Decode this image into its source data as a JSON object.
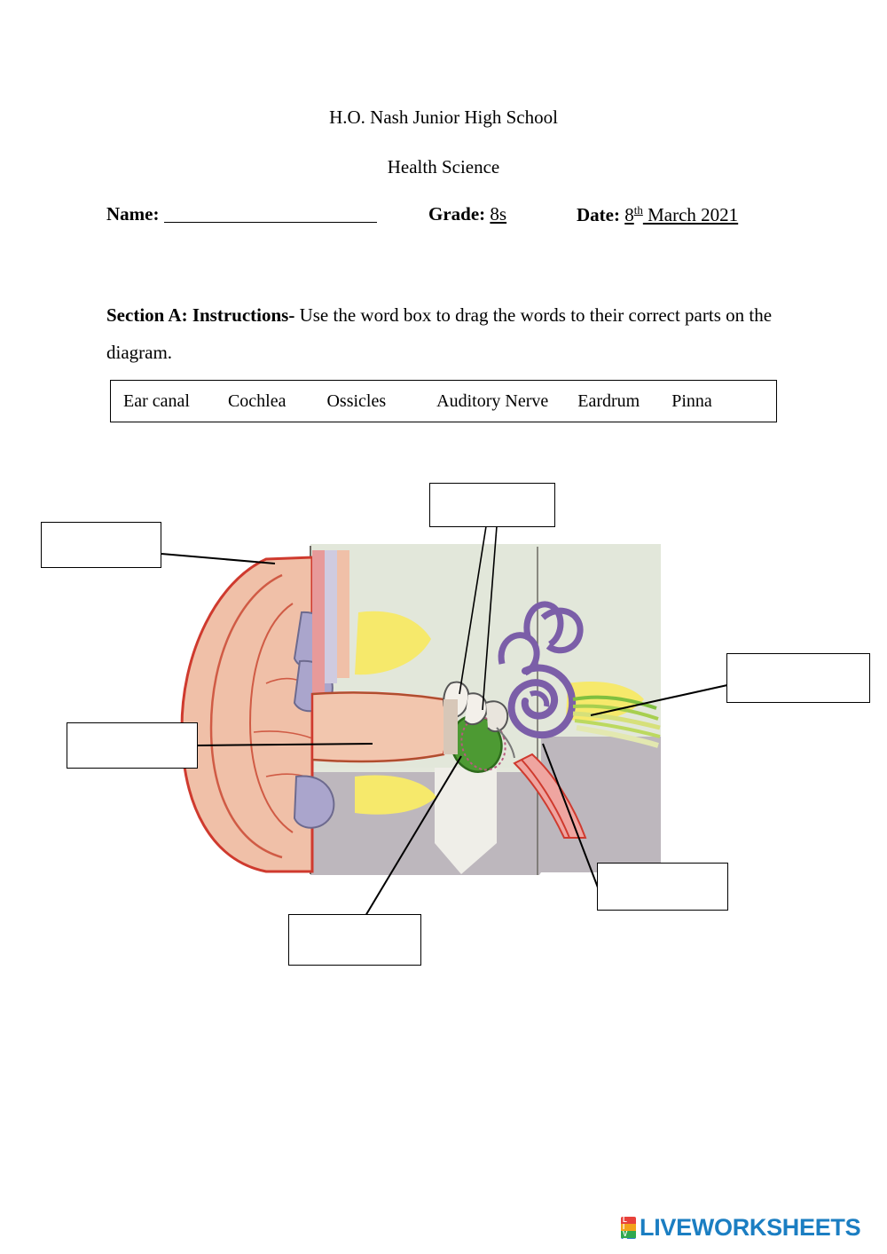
{
  "header": {
    "school": "H.O. Nash Junior High School",
    "subject": "Health Science"
  },
  "info": {
    "name_label": "Name:",
    "name_value": "",
    "grade_label": "Grade:",
    "grade_value": "8s",
    "date_label": "Date:",
    "date_day": "8",
    "date_suffix": "th",
    "date_rest": " March 2021"
  },
  "instructions": {
    "title": "Section A: Instructions-",
    "text": " Use the word box to drag the words to their correct parts on the diagram."
  },
  "word_box": {
    "words": [
      "Ear canal",
      "Cochlea",
      "Ossicles",
      "Auditory Nerve",
      "Eardrum",
      "Pinna"
    ]
  },
  "answer_boxes": [
    {
      "name": "answer-box-pinna",
      "value": ""
    },
    {
      "name": "answer-box-ossicles",
      "value": ""
    },
    {
      "name": "answer-box-ear-canal",
      "value": ""
    },
    {
      "name": "answer-box-cochlea",
      "value": ""
    },
    {
      "name": "answer-box-auditory-nerve",
      "value": ""
    },
    {
      "name": "answer-box-eardrum",
      "value": ""
    }
  ],
  "diagram": {
    "alt": "Cross-section diagram of the human ear"
  },
  "footer": {
    "brand": "LIVEWORKSHEETS",
    "badge_letters": [
      "L",
      "I",
      "V",
      "E"
    ],
    "colors": {
      "brand_blue": "#1b7ec2",
      "badge_red": "#e8413b",
      "badge_orange": "#f3a21a",
      "badge_green": "#2fa84f",
      "badge_blue": "#2f7fd0"
    }
  }
}
